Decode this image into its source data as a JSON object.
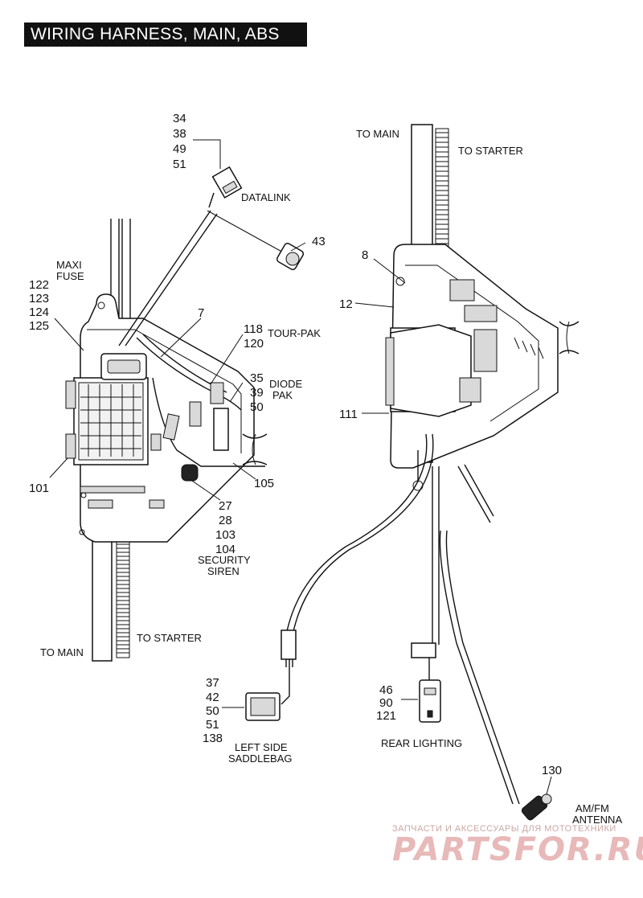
{
  "title": "WIRING HARNESS, MAIN, ABS",
  "left_view": {
    "datalink_refs": [
      "34",
      "38",
      "49",
      "51"
    ],
    "datalink_label": "DATALINK",
    "ref_43": "43",
    "maxi_fuse_label": [
      "MAXI",
      "FUSE"
    ],
    "maxi_fuse_refs": [
      "122",
      "123",
      "124",
      "125"
    ],
    "ref_7": "7",
    "tourpak_refs": [
      "118",
      "120"
    ],
    "tourpak_label": "TOUR-PAK",
    "diode_refs": [
      "35",
      "39",
      "50"
    ],
    "diode_label": [
      "DIODE",
      "PAK"
    ],
    "ref_101": "101",
    "ref_105": "105",
    "siren_refs": [
      "27",
      "28",
      "103",
      "104"
    ],
    "siren_label": [
      "SECURITY",
      "SIREN"
    ],
    "to_starter": "TO STARTER",
    "to_main": "TO MAIN"
  },
  "right_view": {
    "to_main": "TO MAIN",
    "to_starter": "TO STARTER",
    "ref_8": "8",
    "ref_12": "12",
    "ref_111": "111",
    "saddlebag_refs": [
      "37",
      "42",
      "50",
      "51",
      "138"
    ],
    "saddlebag_label": [
      "LEFT SIDE",
      "SADDLEBAG"
    ],
    "rear_refs": [
      "46",
      "90",
      "121"
    ],
    "rear_label": "REAR LIGHTING",
    "ref_130": "130",
    "antenna_label": [
      "AM/FM",
      "ANTENNA"
    ]
  },
  "watermark": {
    "tagline": "ЗАПЧАСТИ И АКСЕССУАРЫ ДЛЯ МОТОТЕХНИКИ",
    "brand": "PARTSFOR.RU",
    "brand_color": "#e8b9b9"
  }
}
